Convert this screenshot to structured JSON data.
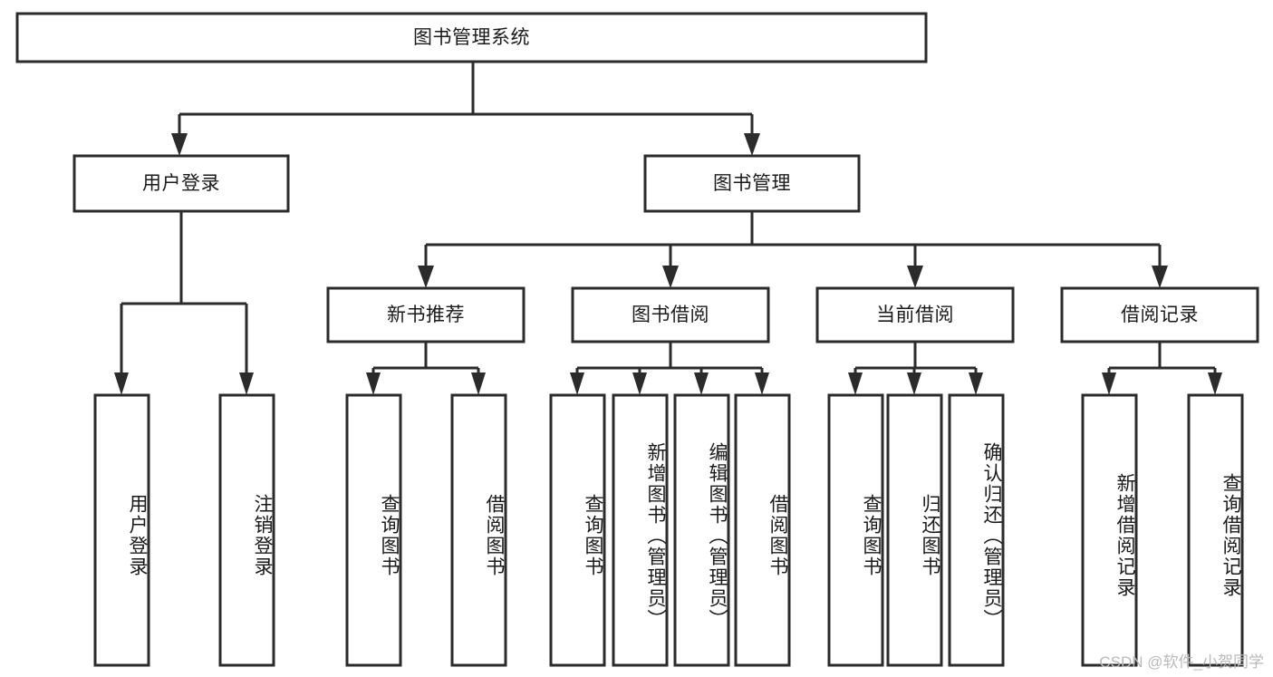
{
  "diagram": {
    "type": "tree-hierarchy",
    "title": "图书管理系统",
    "watermark": "CSDN @软件_小贺同学",
    "colors": {
      "stroke": "#2b2b2b",
      "fill": "#ffffff",
      "text": "#1a1a1a",
      "watermark": "#b9b9b9"
    },
    "root": {
      "id": "root",
      "label": "图书管理系统",
      "orientation": "horizontal"
    },
    "level2": [
      {
        "id": "user-login",
        "label": "用户登录",
        "orientation": "horizontal"
      },
      {
        "id": "book-management",
        "label": "图书管理",
        "orientation": "horizontal"
      }
    ],
    "level3": [
      {
        "id": "new-book-recommend",
        "label": "新书推荐",
        "orientation": "horizontal",
        "parent": "book-management"
      },
      {
        "id": "book-borrow",
        "label": "图书借阅",
        "orientation": "horizontal",
        "parent": "book-management"
      },
      {
        "id": "current-borrow",
        "label": "当前借阅",
        "orientation": "horizontal",
        "parent": "book-management"
      },
      {
        "id": "borrow-record",
        "label": "借阅记录",
        "orientation": "horizontal",
        "parent": "book-management"
      }
    ],
    "leaves": [
      {
        "id": "leaf-user-login",
        "label": "用户登录",
        "orientation": "vertical",
        "parent": "user-login"
      },
      {
        "id": "leaf-user-logout",
        "label": "注销登录",
        "orientation": "vertical",
        "parent": "user-login"
      },
      {
        "id": "leaf-query-book-1",
        "label": "查询图书",
        "orientation": "vertical",
        "parent": "new-book-recommend"
      },
      {
        "id": "leaf-borrow-book-1",
        "label": "借阅图书",
        "orientation": "vertical",
        "parent": "new-book-recommend"
      },
      {
        "id": "leaf-query-book-2",
        "label": "查询图书",
        "orientation": "vertical",
        "parent": "book-borrow"
      },
      {
        "id": "leaf-add-book",
        "label": "新增图书（管理员）",
        "orientation": "vertical",
        "parent": "book-borrow"
      },
      {
        "id": "leaf-edit-book",
        "label": "编辑图书（管理员）",
        "orientation": "vertical",
        "parent": "book-borrow"
      },
      {
        "id": "leaf-borrow-book-2",
        "label": "借阅图书",
        "orientation": "vertical",
        "parent": "book-borrow"
      },
      {
        "id": "leaf-query-book-3",
        "label": "查询图书",
        "orientation": "vertical",
        "parent": "current-borrow"
      },
      {
        "id": "leaf-return-book",
        "label": "归还图书",
        "orientation": "vertical",
        "parent": "current-borrow"
      },
      {
        "id": "leaf-confirm-return",
        "label": "确认归还（管理员）",
        "orientation": "vertical",
        "parent": "current-borrow"
      },
      {
        "id": "leaf-add-record",
        "label": "新增借阅记录",
        "orientation": "vertical",
        "parent": "borrow-record"
      },
      {
        "id": "leaf-query-record",
        "label": "查询借阅记录",
        "orientation": "vertical",
        "parent": "borrow-record"
      }
    ]
  }
}
